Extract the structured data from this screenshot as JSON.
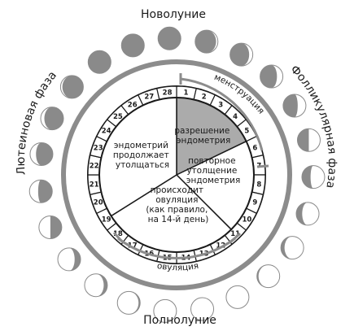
{
  "labels": {
    "new_moon": "Новолуние",
    "full_moon": "Полнолуние",
    "luteal_phase": "Лютеиновая фаза",
    "follicular_phase": "Фолликулярная фаза",
    "menstruation": "менструация",
    "ovulation": "овуляция"
  },
  "sectors": {
    "breakdown": [
      "разрешение",
      "эндометрия"
    ],
    "rethickening": [
      "повторное",
      "утолщение",
      "эндометрия"
    ],
    "ovulation": [
      "происходит",
      "овуляция",
      "(как правило,",
      "на 14-й день)"
    ],
    "thickening": [
      "эндометрий",
      "продолжает",
      "утолщаться"
    ]
  },
  "days": [
    "1",
    "2",
    "3",
    "4",
    "5",
    "6",
    "7",
    "8",
    "9",
    "10",
    "11",
    "12",
    "13",
    "14",
    "15",
    "16",
    "17",
    "18",
    "19",
    "20",
    "21",
    "22",
    "23",
    "24",
    "25",
    "26",
    "27",
    "28"
  ],
  "colors": {
    "shadow": "#8a8a8a",
    "light": "#ffffff",
    "ring_outer": "#8c8c8c",
    "ring_days_bg": "#cfcfcf",
    "breakdown_fill": "#ababab",
    "line": "#1a1a1a"
  },
  "moon_phases": [
    {
      "phase": "new moon",
      "illum_right": 0
    },
    {
      "phase": "waxing crescent",
      "illum_right": 0.08
    },
    {
      "phase": "waxing crescent",
      "illum_right": 0.16
    },
    {
      "phase": "waxing crescent",
      "illum_right": 0.26
    },
    {
      "phase": "waxing crescent",
      "illum_right": 0.36
    },
    {
      "phase": "first quarter",
      "illum_right": 0.5
    },
    {
      "phase": "waxing gibbous",
      "illum_right": 0.62
    },
    {
      "phase": "waxing gibbous",
      "illum_right": 0.74
    },
    {
      "phase": "waxing gibbous",
      "illum_right": 0.84
    },
    {
      "phase": "waxing gibbous",
      "illum_right": 0.93
    },
    {
      "phase": "full moon",
      "illum_right": 1
    },
    {
      "phase": "full moon",
      "illum_right": 1
    },
    {
      "phase": "full moon",
      "illum_right": 1
    },
    {
      "phase": "waning gibbous",
      "illum_left": 0.93
    },
    {
      "phase": "waning gibbous",
      "illum_left": 0.84
    },
    {
      "phase": "waning gibbous",
      "illum_left": 0.74
    },
    {
      "phase": "last quarter",
      "illum_left": 0.5
    },
    {
      "phase": "waning crescent",
      "illum_left": 0.38
    },
    {
      "phase": "waning crescent",
      "illum_left": 0.26
    },
    {
      "phase": "waning crescent",
      "illum_left": 0.16
    },
    {
      "phase": "waning crescent",
      "illum_left": 0.08
    },
    {
      "phase": "new moon",
      "illum_left": 0
    },
    {
      "phase": "new moon",
      "illum_left": 0
    }
  ]
}
